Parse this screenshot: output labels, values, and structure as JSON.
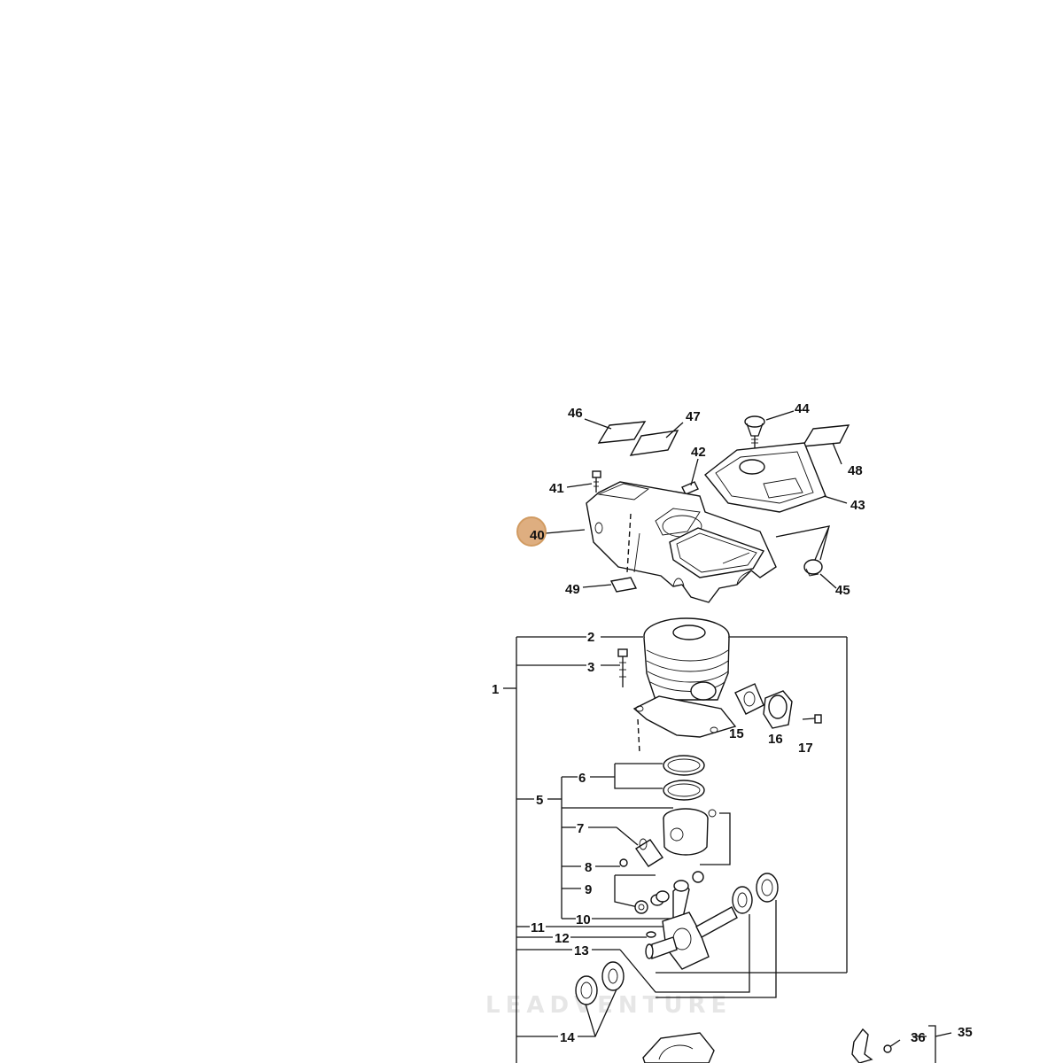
{
  "callouts": {
    "c1": "1",
    "c2": "2",
    "c3": "3",
    "c5": "5",
    "c6": "6",
    "c7": "7",
    "c8": "8",
    "c9": "9",
    "c10": "10",
    "c11": "11",
    "c12": "12",
    "c13": "13",
    "c14": "14",
    "c15": "15",
    "c16": "16",
    "c17": "17",
    "c35": "35",
    "c36": "36",
    "c40": "40",
    "c41": "41",
    "c42": "42",
    "c43": "43",
    "c44": "44",
    "c45": "45",
    "c46": "46",
    "c47": "47",
    "c48": "48",
    "c49": "49"
  },
  "highlighted": "40",
  "highlight_color": "#d9a16a",
  "watermark": "LEADVENTURE"
}
